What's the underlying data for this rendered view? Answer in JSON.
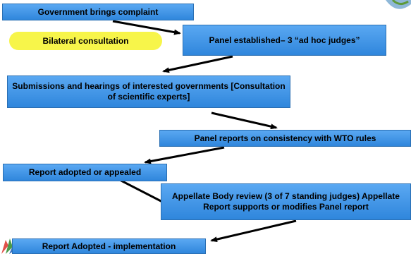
{
  "boxes": {
    "complaint": "Government brings complaint",
    "consultation": "Bilateral consultation",
    "panel_established": "Panel established– 3 “ad hoc judges”",
    "submissions": "Submissions and hearings of interested governments [Consultation of scientific experts]",
    "panel_reports": "Panel reports on consistency with WTO rules",
    "report_adopted_or_appealed": "Report adopted or appealed",
    "appellate_review": "Appellate Body review (3 of 7 standing judges) Appellate Report supports or modifies Panel report",
    "report_adopted_implementation": "Report Adopted - implementation"
  },
  "colors": {
    "box_fill": "#3d95e8",
    "box_border": "#2a6fb3",
    "pill_fill": "#f7f54a",
    "arrow": "#000000"
  }
}
